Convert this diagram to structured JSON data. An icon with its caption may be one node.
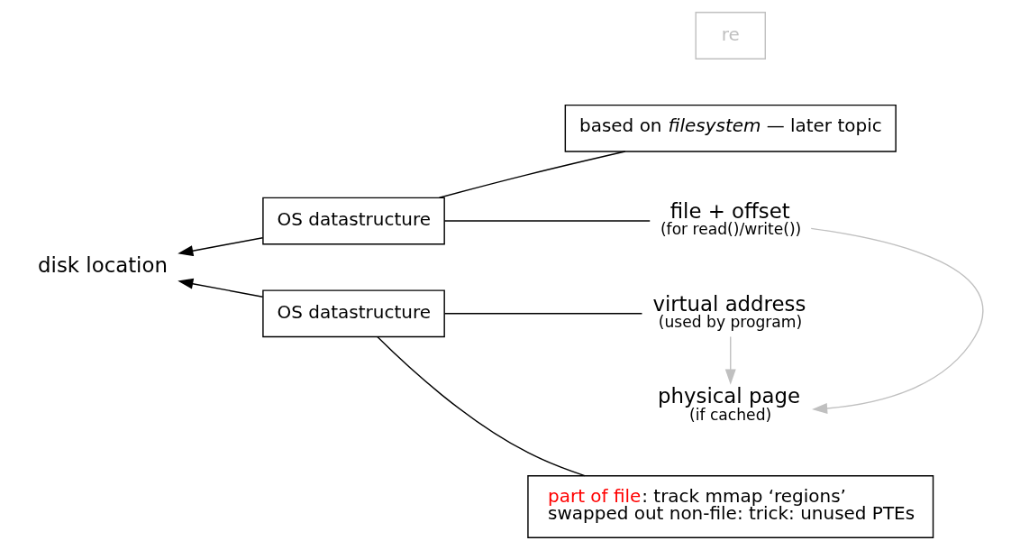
{
  "diagram": {
    "nodes": [
      {
        "text": [
          "virtual address",
          "(used by program)"
        ]
      },
      {
        "text": [
          "OS datastructure"
        ]
      },
      {
        "text": [
          "part of file: track mmap ‘regions’",
          "swapped out non-file: trick: unused PTEs"
        ]
      },
      {
        "text": [
          "disk location"
        ]
      },
      {
        "text": [
          "physical page",
          "(if cached)"
        ]
      },
      {
        "text": [
          "OS datastructure"
        ]
      },
      {
        "text": [
          "based on *filesystem* — later topic"
        ]
      },
      {
        "text": [
          "re"
        ]
      },
      {
        "text": [
          "file + offset",
          "(for read()/write())"
        ]
      }
    ],
    "edges": [
      {
        "from": 0,
        "to": 1,
        "arrow": "none"
      },
      {
        "from": 1,
        "to": 3,
        "arrow": "to"
      },
      {
        "from": 1,
        "to": 2,
        "arrow": "none"
      },
      {
        "from": 0,
        "to": 4,
        "arrow": "to",
        "color": "#c0c0c0"
      },
      {
        "from": 8,
        "to": 5,
        "arrow": "none"
      },
      {
        "from": 5,
        "to": 3,
        "arrow": "to"
      },
      {
        "from": 5,
        "to": 6,
        "arrow": "none"
      },
      {
        "from": 8,
        "to": 4,
        "arrow": "to",
        "color": "#c0c0c0"
      }
    ]
  }
}
